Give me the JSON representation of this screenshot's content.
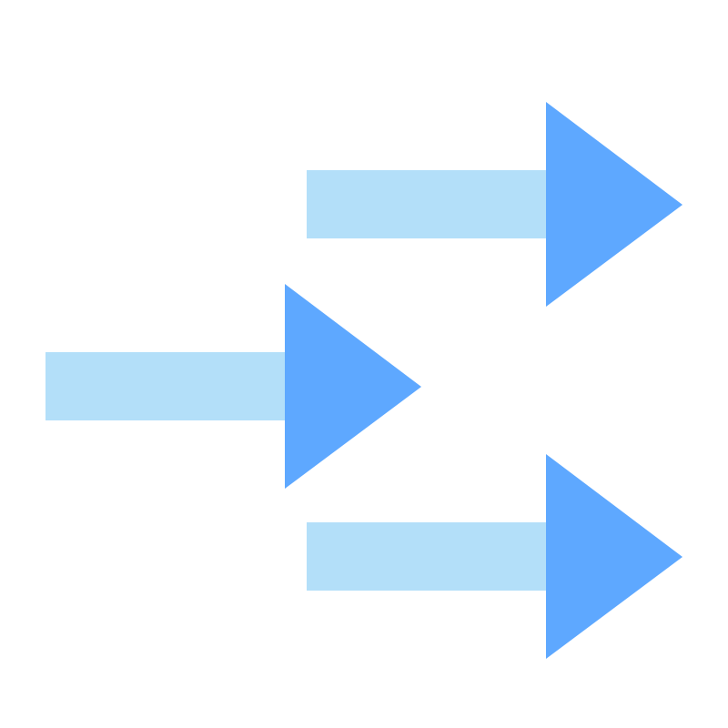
{
  "icon": {
    "name": "three-right-arrows-icon",
    "colors": {
      "shaft": "#B3DFF9",
      "head": "#5EA8FF",
      "background": "#FFFFFF"
    },
    "arrows": [
      {
        "id": "top",
        "direction": "right"
      },
      {
        "id": "middle",
        "direction": "right"
      },
      {
        "id": "bottom",
        "direction": "right"
      }
    ]
  }
}
